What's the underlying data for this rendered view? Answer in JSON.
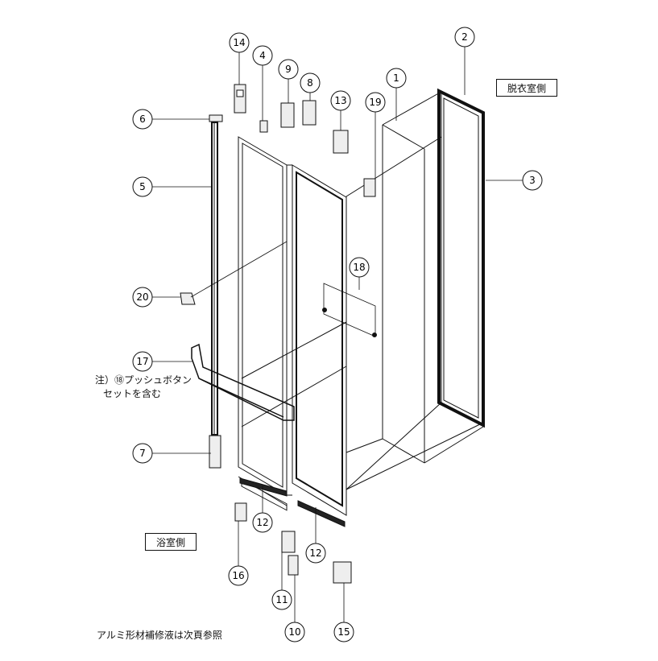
{
  "side_labels": {
    "dressing_room": "脱衣室側",
    "bathroom": "浴室側"
  },
  "notes": {
    "line1": "注）⑱プッシュボタン",
    "line2": "セットを含む",
    "footer": "アルミ形材補修液は次頁参照"
  },
  "callouts": [
    "1",
    "2",
    "3",
    "4",
    "5",
    "6",
    "7",
    "8",
    "9",
    "10",
    "11",
    "12",
    "12",
    "13",
    "14",
    "15",
    "16",
    "17",
    "18",
    "19",
    "20"
  ],
  "colors": {
    "line": "#111111",
    "background": "#ffffff"
  }
}
